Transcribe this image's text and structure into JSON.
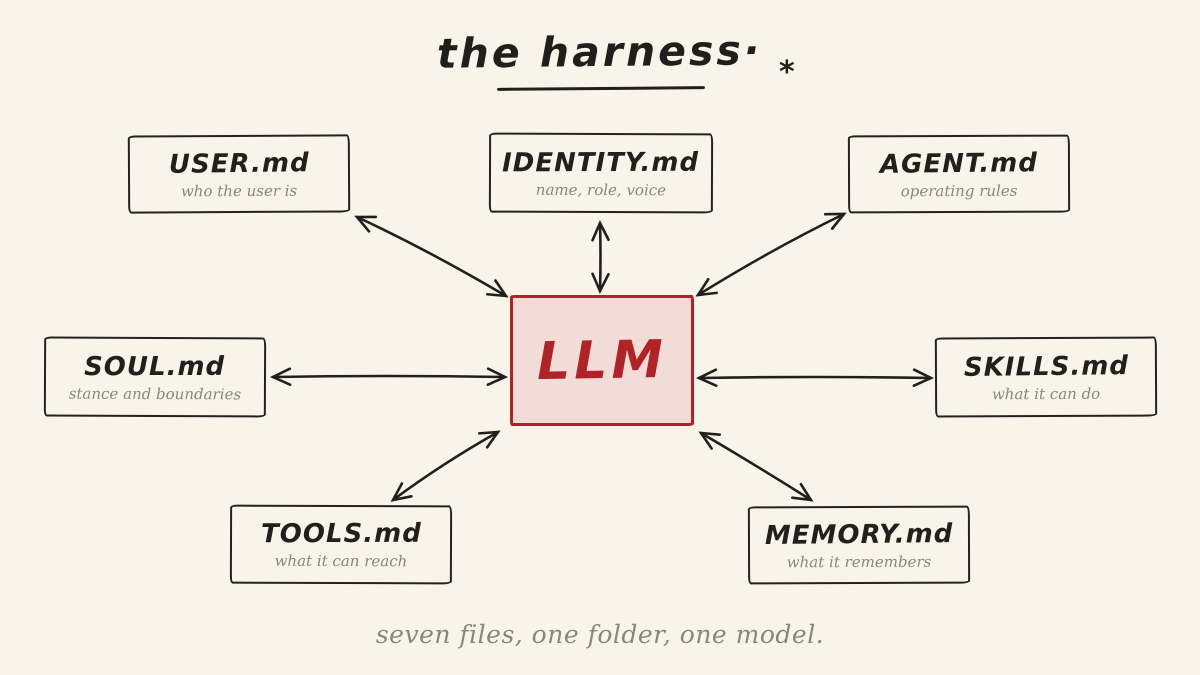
{
  "colors": {
    "background": "#f8f4ea",
    "ink": "#21201d",
    "accent_red": "#b32127",
    "accent_fill": "#f1dcd7",
    "muted_gray": "#8d8678"
  },
  "title": {
    "text": "the harness·",
    "mark": "*"
  },
  "center_node": {
    "label": "LLM"
  },
  "nodes": [
    {
      "id": "user",
      "label": "USER.md",
      "sublabel": "who the user is"
    },
    {
      "id": "identity",
      "label": "IDENTITY.md",
      "sublabel": "name, role, voice"
    },
    {
      "id": "agent",
      "label": "AGENT.md",
      "sublabel": "operating rules"
    },
    {
      "id": "soul",
      "label": "SOUL.md",
      "sublabel": "stance and boundaries"
    },
    {
      "id": "skills",
      "label": "SKILLS.md",
      "sublabel": "what it can do"
    },
    {
      "id": "tools",
      "label": "TOOLS.md",
      "sublabel": "what it can reach"
    },
    {
      "id": "memory",
      "label": "MEMORY.md",
      "sublabel": "what it remembers"
    }
  ],
  "edges": [
    {
      "from": "USER.md",
      "to": "LLM",
      "bidirectional": true
    },
    {
      "from": "IDENTITY.md",
      "to": "LLM",
      "bidirectional": true
    },
    {
      "from": "AGENT.md",
      "to": "LLM",
      "bidirectional": true
    },
    {
      "from": "SOUL.md",
      "to": "LLM",
      "bidirectional": true
    },
    {
      "from": "SKILLS.md",
      "to": "LLM",
      "bidirectional": true
    },
    {
      "from": "TOOLS.md",
      "to": "LLM",
      "bidirectional": true
    },
    {
      "from": "MEMORY.md",
      "to": "LLM",
      "bidirectional": true
    }
  ],
  "caption": "seven files, one folder, one model."
}
